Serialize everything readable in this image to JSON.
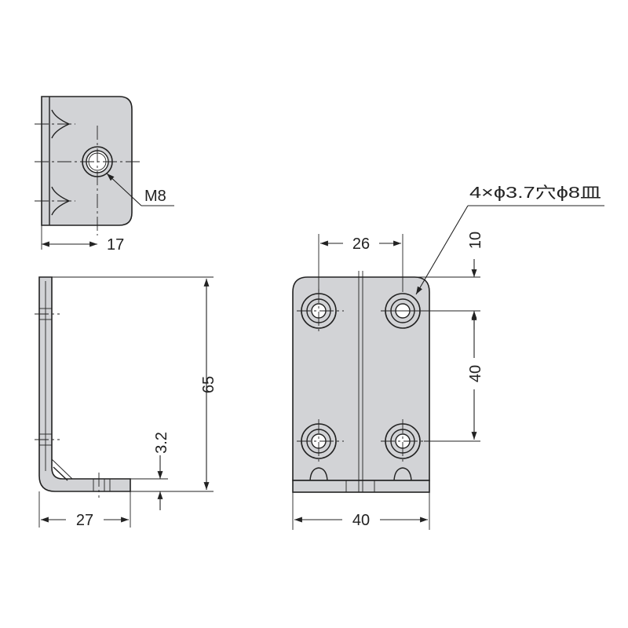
{
  "dimensions": {
    "top_width": "17",
    "thread": "M8",
    "height": "65",
    "thickness": "3.2",
    "side_width": "27",
    "hole_pitch_h": "26",
    "top_offset": "10",
    "hole_pitch_v": "40",
    "front_width": "40",
    "hole_callout": "4×ϕ3.7穴ϕ8皿"
  }
}
